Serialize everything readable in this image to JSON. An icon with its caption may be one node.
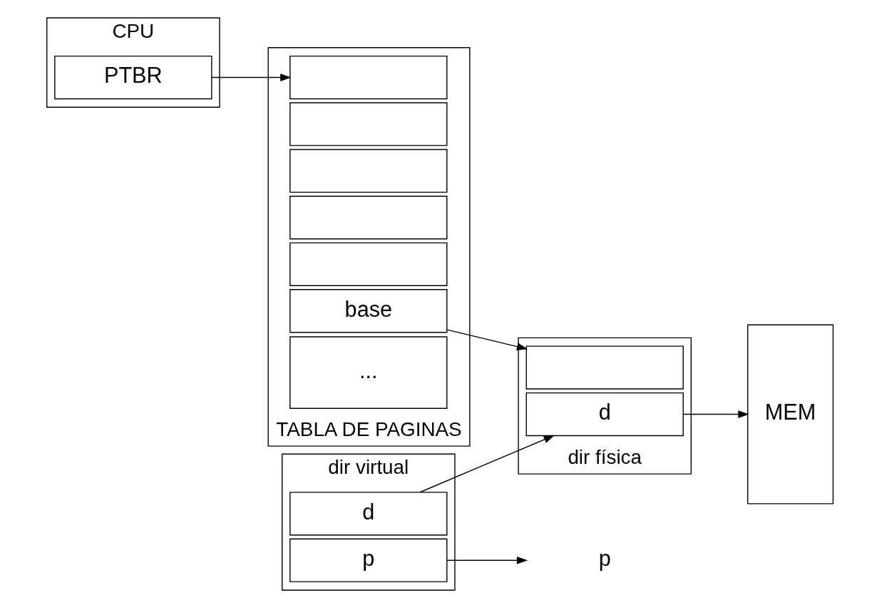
{
  "diagram": {
    "nodes": [
      {
        "text": [
          "CPU"
        ]
      },
      {
        "text": [
          "PTBR"
        ],
        "in": 0
      },
      {
        "text": [
          "dir virtual"
        ]
      },
      {
        "text": [
          "p"
        ],
        "in": 2
      },
      {
        "text": [
          "d"
        ],
        "in": 2
      },
      {
        "text": [
          "dir física"
        ]
      },
      {
        "text": [],
        "shape": "box",
        "in": 5
      },
      {
        "text": [
          "d"
        ],
        "in": 5
      },
      {
        "text": [
          "MEM"
        ]
      },
      {
        "text": [
          "TABLA DE PAGINAS"
        ]
      },
      {
        "text": [],
        "shape": "box",
        "in": 9
      },
      {
        "text": [],
        "shape": "box",
        "in": 9
      },
      {
        "text": [],
        "shape": "box",
        "in": 9
      },
      {
        "text": [],
        "shape": "box",
        "in": 9
      },
      {
        "text": [],
        "shape": "box",
        "in": 9
      },
      {
        "text": [
          "base"
        ],
        "in": 9
      },
      {
        "text": [
          "..."
        ],
        "in": 9
      },
      {
        "text": [
          "p"
        ]
      }
    ],
    "edges": [
      {
        "from": 4,
        "to": 7,
        "arrow": "to"
      },
      {
        "from": 3,
        "to": 17,
        "arrow": "to"
      },
      {
        "from": 1,
        "to": 10,
        "arrow": "to"
      },
      {
        "from": 15,
        "to": 6,
        "arrow": "to"
      },
      {
        "from": 7,
        "to": 8,
        "arrow": "to"
      }
    ]
  }
}
